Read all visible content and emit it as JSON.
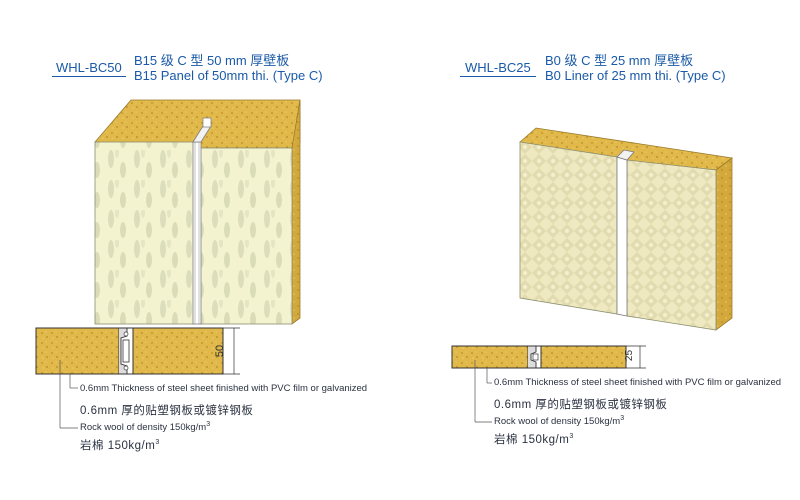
{
  "left": {
    "code": "WHL-BC50",
    "title_cn": "B15 级 C 型 50 mm 厚壁板",
    "title_en": "B15 Panel of 50mm thi. (Type C)",
    "dimension": "50",
    "note_steel_en": "0.6mm Thickness of steel sheet finished with PVC film or galvanized",
    "note_steel_cn": "0.6mm 厚的贴塑钢板或镀锌钢板",
    "note_wool_en": "Rock wool of density 150kg/m",
    "note_wool_en_sup": "3",
    "note_wool_cn": "岩棉   150kg/m",
    "note_wool_cn_sup": "3"
  },
  "right": {
    "code": "WHL-BC25",
    "title_cn": "B0 级 C 型 25 mm 厚壁板",
    "title_en": "B0 Liner of 25 mm thi. (Type C)",
    "dimension": "25",
    "note_steel_en": "0.6mm Thickness of steel sheet finished with PVC film or galvanized",
    "note_steel_cn": "0.6mm 厚的贴塑钢板或镀锌钢板",
    "note_wool_en": "Rock wool of density 150kg/m",
    "note_wool_en_sup": "3",
    "note_wool_cn": "岩棉   150kg/m",
    "note_wool_cn_sup": "3"
  },
  "colors": {
    "rock_wool": "#e0b94a",
    "panel_face_left": "#f3f3cf",
    "panel_face_right": "#efe9c2",
    "title_blue": "#1a5aa8"
  }
}
